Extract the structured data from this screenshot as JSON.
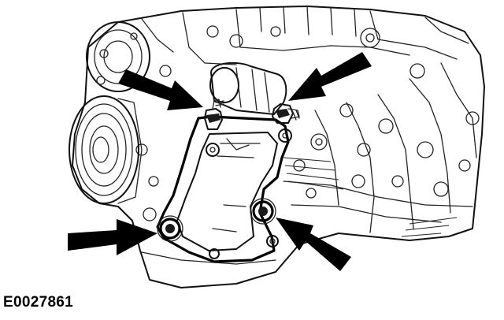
{
  "figure": {
    "id_label": "E0027861"
  },
  "callouts": {
    "count": 4,
    "style": "black-arrow",
    "targets": [
      "upper-left-stud",
      "upper-right-stud",
      "lower-left-bolt",
      "lower-right-bolt"
    ]
  },
  "colors": {
    "ink": "#000000",
    "background": "#ffffff"
  }
}
